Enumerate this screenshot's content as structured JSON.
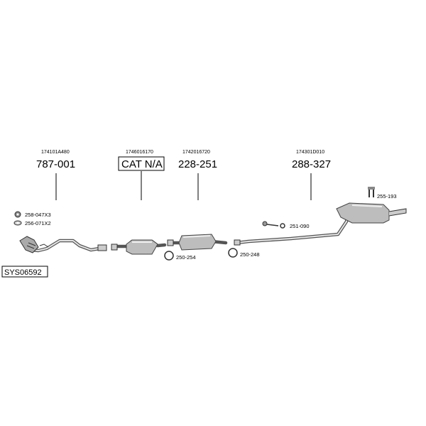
{
  "system_code": "SYS06592",
  "parts": [
    {
      "oe_number": "174101A480",
      "part_number": "787-001"
    },
    {
      "oe_number": "1746016170",
      "part_number": "CAT N/A"
    },
    {
      "oe_number": "1742016720",
      "part_number": "228-251"
    },
    {
      "oe_number": "174301D010",
      "part_number": "288-327"
    }
  ],
  "accessories": [
    {
      "label": "258-047X3"
    },
    {
      "label": "256-071X2"
    },
    {
      "label": "250-254"
    },
    {
      "label": "250-248"
    },
    {
      "label": "251-090"
    },
    {
      "label": "255-193"
    }
  ]
}
